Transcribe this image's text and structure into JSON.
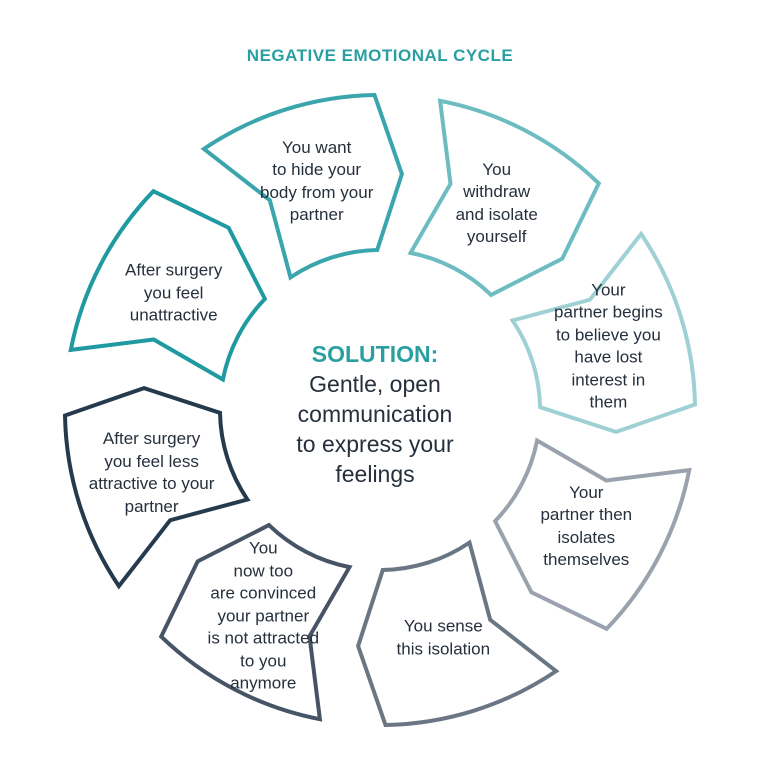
{
  "title": "NEGATIVE EMOTIONAL CYCLE",
  "colors": {
    "title": "#2a9fa2",
    "solution": "#2a9fa2",
    "text": "#26303d"
  },
  "center": {
    "heading": "SOLUTION:",
    "body": "Gentle, open\ncommunication\nto express your\nfeelings"
  },
  "steps": [
    {
      "text": "After surgery\nyou feel\nunattractive",
      "color": "#1f9aa0"
    },
    {
      "text": "You want\nto hide your\nbody from your\npartner",
      "color": "#3aa5ac"
    },
    {
      "text": "You\nwithdraw\nand isolate\nyourself",
      "color": "#6cbcc1"
    },
    {
      "text": "Your\npartner begins\nto believe you\nhave lost\ninterest in\nthem",
      "color": "#9fd1d4"
    },
    {
      "text": "Your\npartner then\nisolates\nthemselves",
      "color": "#9aa3ad"
    },
    {
      "text": "You sense\nthis isolation",
      "color": "#6b7685"
    },
    {
      "text": "You\nnow too\nare convinced\nyour partner\nis not attracted\nto you\nanymore",
      "color": "#465466"
    },
    {
      "text": "After surgery\nyou feel less\nattractive to your\npartner",
      "color": "#263a4e"
    }
  ]
}
